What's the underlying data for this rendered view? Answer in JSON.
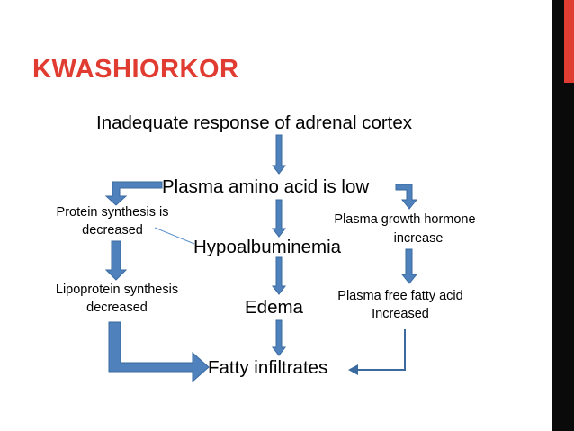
{
  "slide": {
    "title": "KWASHIORKOR",
    "title_color": "#e03c31",
    "edge_color": "#0a0a0a",
    "accent_bar_color": "#e03c31"
  },
  "diagram": {
    "arrow_color": "#4f81bd",
    "arrow_outline": "#3a6aa0",
    "nodes": {
      "adrenal": "Inadequate response of adrenal cortex",
      "amino": "Plasma amino acid is low",
      "protein_line1": "Protein synthesis is",
      "protein_line2": "decreased",
      "hypo": "Hypoalbuminemia",
      "growth_line1": "Plasma growth hormone",
      "growth_line2": "increase",
      "lipo_line1": "Lipoprotein synthesis",
      "lipo_line2": "decreased",
      "edema": "Edema",
      "ffa_line1": "Plasma free fatty acid",
      "ffa_line2": "Increased",
      "fatty": "Fatty infiltrates"
    }
  }
}
